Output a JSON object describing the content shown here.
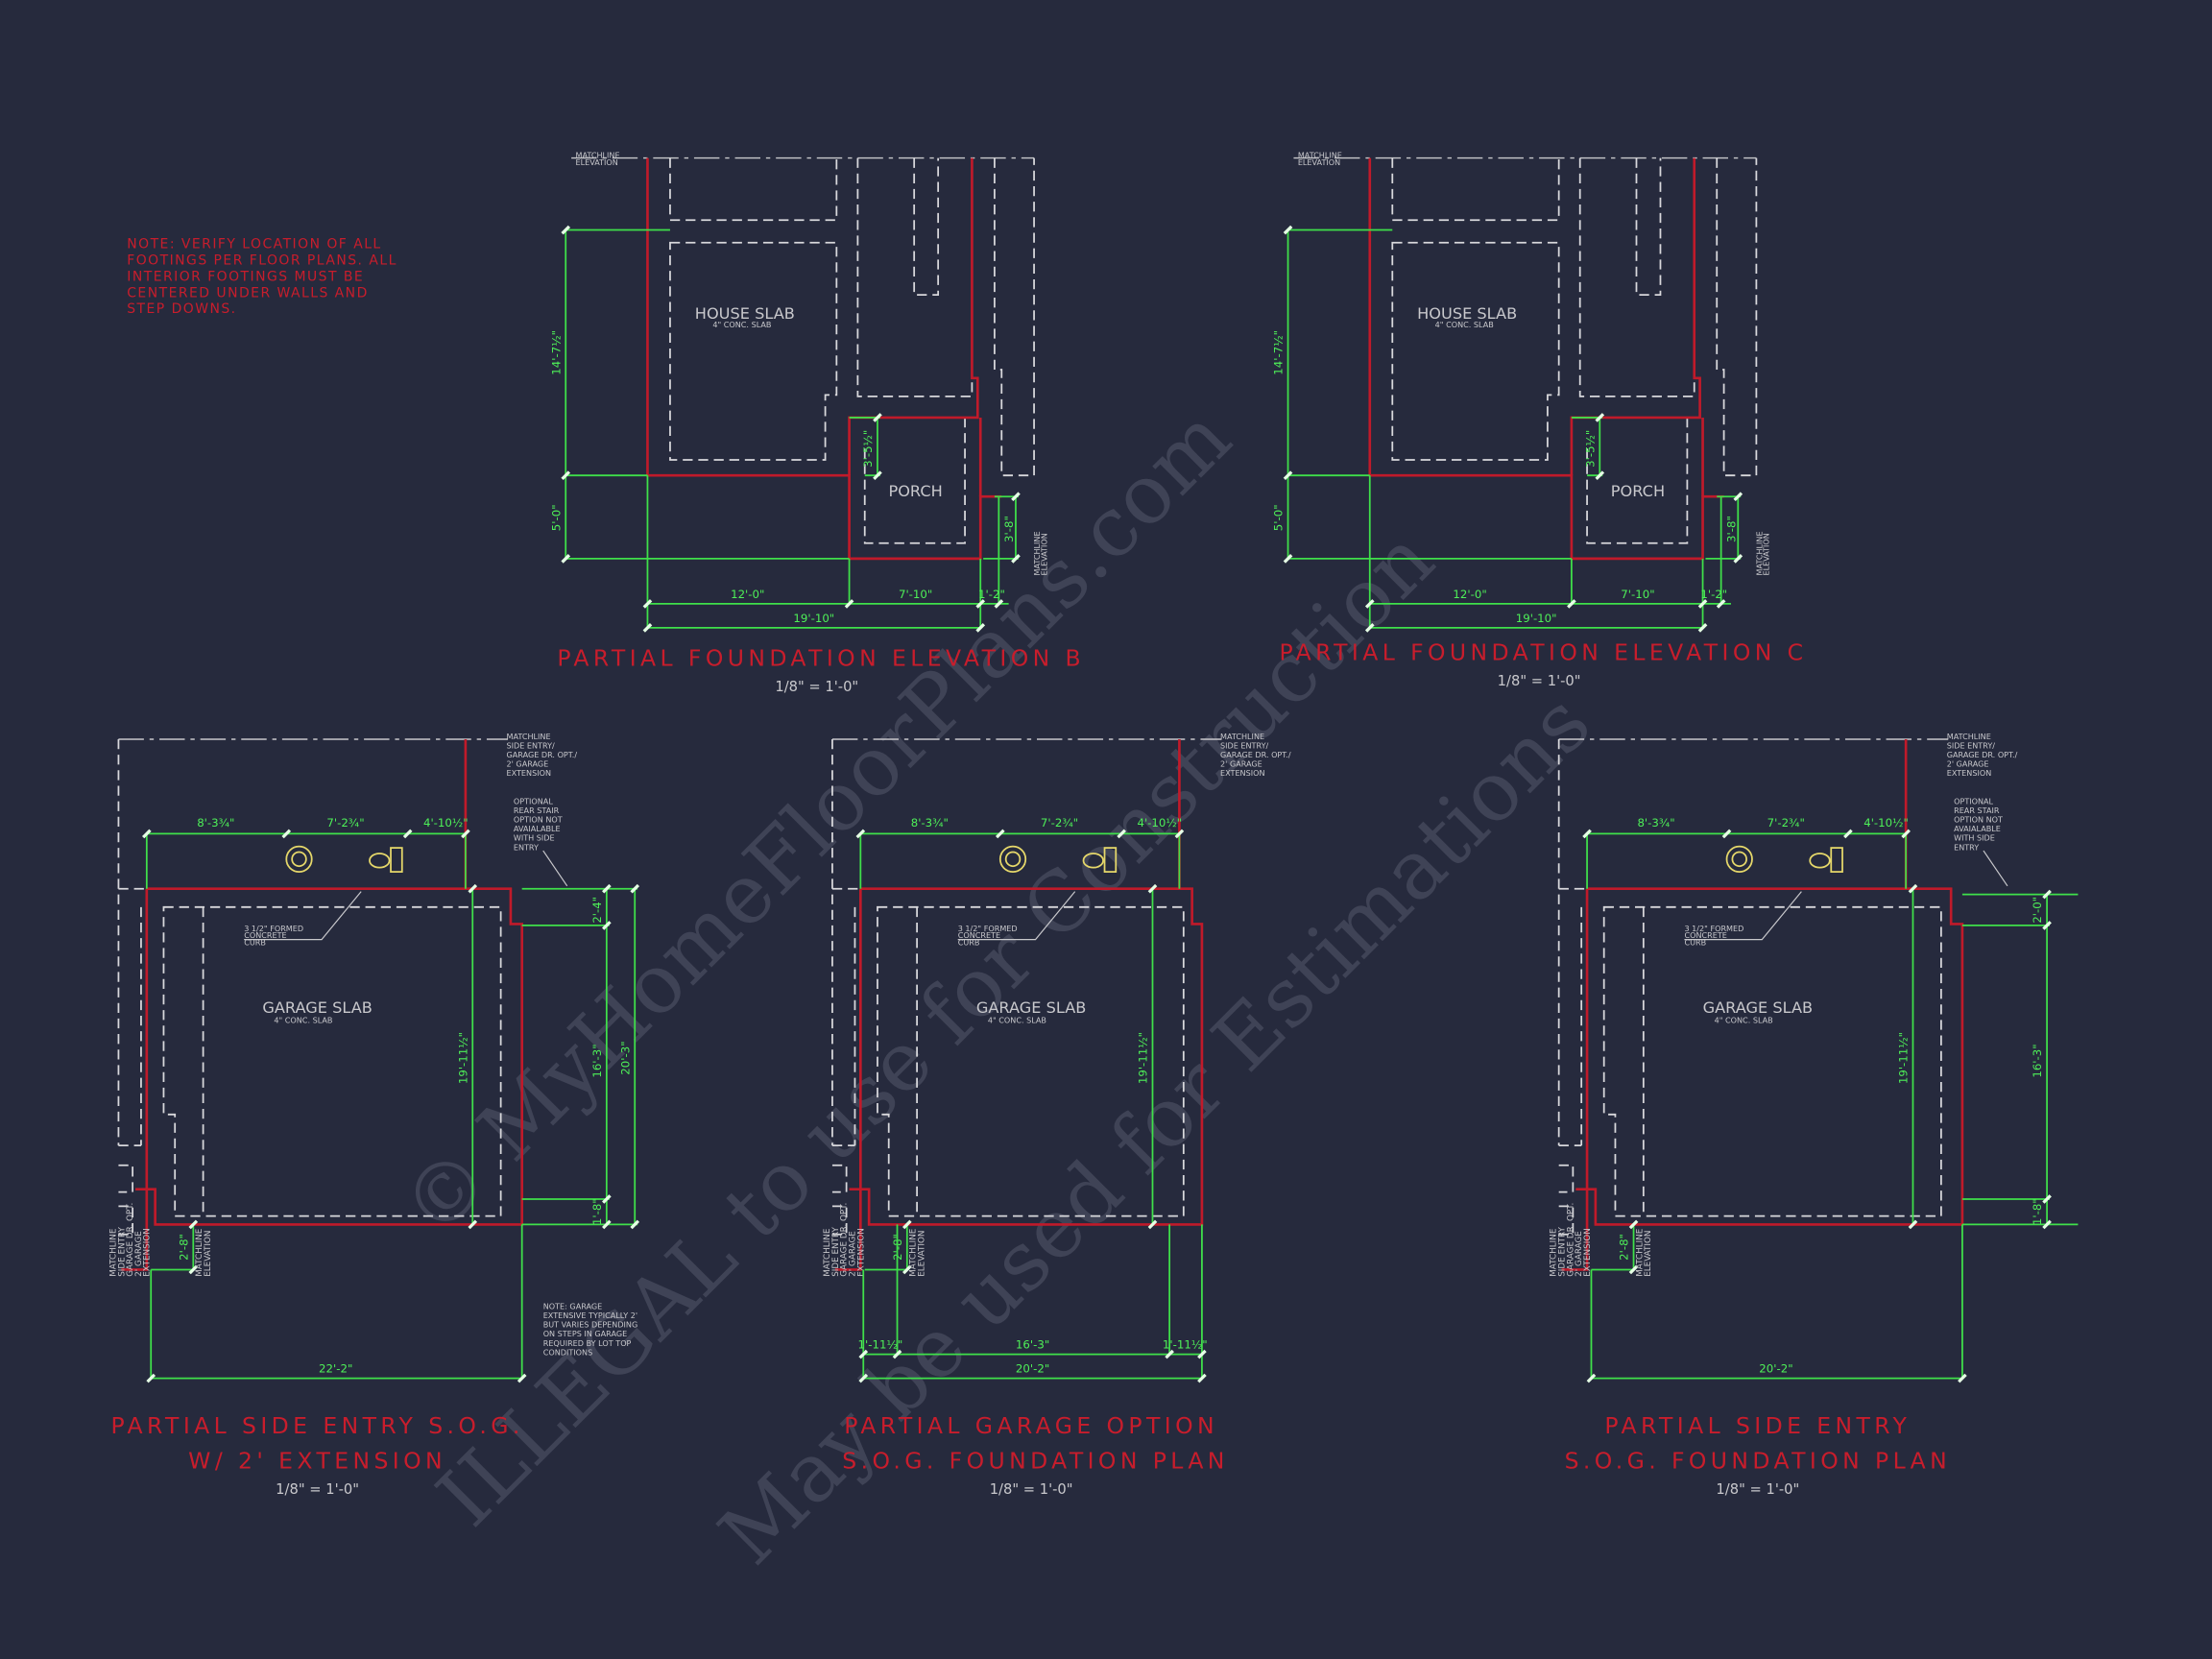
{
  "colors": {
    "background": "#262a3d",
    "footing_red": "#c01a2a",
    "dimension_green": "#3fe04a",
    "slab_dashed": "#d8d8dc",
    "title_red": "#c81d2c"
  },
  "general_note": [
    "NOTE: VERIFY LOCATION OF ALL",
    "FOOTINGS PER FLOOR PLANS.  ALL",
    "INTERIOR FOOTINGS MUST BE",
    "CENTERED UNDER WALLS AND",
    "STEP DOWNS."
  ],
  "watermark": [
    "© MyHomeFloorPlans.com",
    "ILLEGAL to use for Construction",
    "May be used for Estimations"
  ],
  "elevation_b": {
    "title": "PARTIAL FOUNDATION ELEVATION B",
    "scale": "1/8\" = 1'-0\"",
    "matchline": [
      "MATCHLINE",
      "ELEVATION"
    ],
    "house_slab": "HOUSE SLAB",
    "house_slab_sub": "4\" CONC. SLAB",
    "porch": "PORCH",
    "dims": {
      "v_upper": "14'-7½\"",
      "v_lower": "5'-0\"",
      "porch_v": "3'-5½\"",
      "right_v": "3'-8\"",
      "h1": "12'-0\"",
      "h2": "7'-10\"",
      "h3": "1'-2\"",
      "total": "19'-10\""
    }
  },
  "elevation_c": {
    "title": "PARTIAL FOUNDATION ELEVATION C",
    "scale": "1/8\" = 1'-0\"",
    "matchline": [
      "MATCHLINE",
      "ELEVATION"
    ],
    "house_slab": "HOUSE SLAB",
    "house_slab_sub": "4\" CONC. SLAB",
    "porch": "PORCH",
    "dims": {
      "v_upper": "14'-7½\"",
      "v_lower": "5'-0\"",
      "porch_v": "3'-5½\"",
      "right_v": "3'-8\"",
      "h1": "12'-0\"",
      "h2": "7'-10\"",
      "h3": "1'-2\"",
      "total": "19'-10\""
    }
  },
  "side_entry_ext": {
    "title": [
      "PARTIAL SIDE ENTRY S.O.G.",
      "W/ 2' EXTENSION"
    ],
    "scale": "1/8\" = 1'-0\"",
    "garage_slab": "GARAGE SLAB",
    "garage_slab_sub": "4\" CONC. SLAB",
    "curb_note": [
      "3 1/2\" FORMED",
      "CONCRETE",
      "CURB"
    ],
    "matchline_top": [
      "MATCHLINE",
      "SIDE ENTRY/",
      "GARAGE DR. OPT./",
      "2' GARAGE",
      "EXTENSION"
    ],
    "matchline_left": [
      "MATCHLINE",
      "SIDE ENTRY",
      "GARAGE DR. OPT.",
      "2' GARAGE",
      "EXTENSION"
    ],
    "matchline_elev": [
      "MATCHLINE",
      "ELEVATION"
    ],
    "stair_note": [
      "OPTIONAL",
      "REAR STAIR",
      "OPTION NOT",
      "AVAIALABLE",
      "WITH SIDE",
      "ENTRY"
    ],
    "garage_note": [
      "NOTE: GARAGE",
      "EXTENSIVE TYPICALLY 2'",
      "BUT VARIES DEPENDING",
      "ON STEPS IN GARAGE",
      "REQUIRED BY LOT TOP",
      "CONDITIONS"
    ],
    "dims": {
      "top1": "8'-3¾\"",
      "top2": "7'-2¾\"",
      "top3": "4'-10½\"",
      "depth": "19'-11½\"",
      "r1": "2'-4\"",
      "r2": "16'-3\"",
      "r3": "1'-8\"",
      "r_total": "20'-3\"",
      "left_small": "2'-8\"",
      "bottom_total": "22'-2\""
    }
  },
  "garage_option": {
    "title": [
      "PARTIAL GARAGE OPTION",
      "S.O.G. FOUNDATION PLAN"
    ],
    "scale": "1/8\" = 1'-0\"",
    "garage_slab": "GARAGE SLAB",
    "garage_slab_sub": "4\" CONC. SLAB",
    "curb_note": [
      "3 1/2\" FORMED",
      "CONCRETE",
      "CURB"
    ],
    "matchline_top": [
      "MATCHLINE",
      "SIDE ENTRY/",
      "GARAGE DR. OPT./",
      "2' GARAGE",
      "EXTENSION"
    ],
    "matchline_left": [
      "MATCHLINE",
      "SIDE ENTRY",
      "GARAGE DR. OPT.",
      "2' GARAGE",
      "EXTENSION"
    ],
    "matchline_elev": [
      "MATCHLINE",
      "ELEVATION"
    ],
    "dims": {
      "top1": "8'-3¾\"",
      "top2": "7'-2¾\"",
      "top3": "4'-10½\"",
      "depth": "19'-11½\"",
      "left_small": "2'-8\"",
      "b1": "1'-11½\"",
      "b2": "16'-3\"",
      "b3": "1'-11½\"",
      "bottom_total": "20'-2\""
    }
  },
  "side_entry": {
    "title": [
      "PARTIAL SIDE ENTRY",
      "S.O.G. FOUNDATION PLAN"
    ],
    "scale": "1/8\" = 1'-0\"",
    "garage_slab": "GARAGE SLAB",
    "garage_slab_sub": "4\" CONC. SLAB",
    "curb_note": [
      "3 1/2\" FORMED",
      "CONCRETE",
      "CURB"
    ],
    "matchline_top": [
      "MATCHLINE",
      "SIDE ENTRY/",
      "GARAGE DR. OPT./",
      "2' GARAGE",
      "EXTENSION"
    ],
    "matchline_left": [
      "MATCHLINE",
      "SIDE ENTRY",
      "GARAGE DR. OPT.",
      "2' GARAGE",
      "EXTENSION"
    ],
    "matchline_elev": [
      "MATCHLINE",
      "ELEVATION"
    ],
    "stair_note": [
      "OPTIONAL",
      "REAR STAIR",
      "OPTION NOT",
      "AVAIALABLE",
      "WITH SIDE",
      "ENTRY"
    ],
    "dims": {
      "top1": "8'-3¾\"",
      "top2": "7'-2¾\"",
      "top3": "4'-10½\"",
      "depth": "19'-11½\"",
      "r1": "2'-0\"",
      "r2": "16'-3\"",
      "r3": "1'-8\"",
      "left_small": "2'-8\"",
      "bottom_total": "20'-2\""
    }
  }
}
